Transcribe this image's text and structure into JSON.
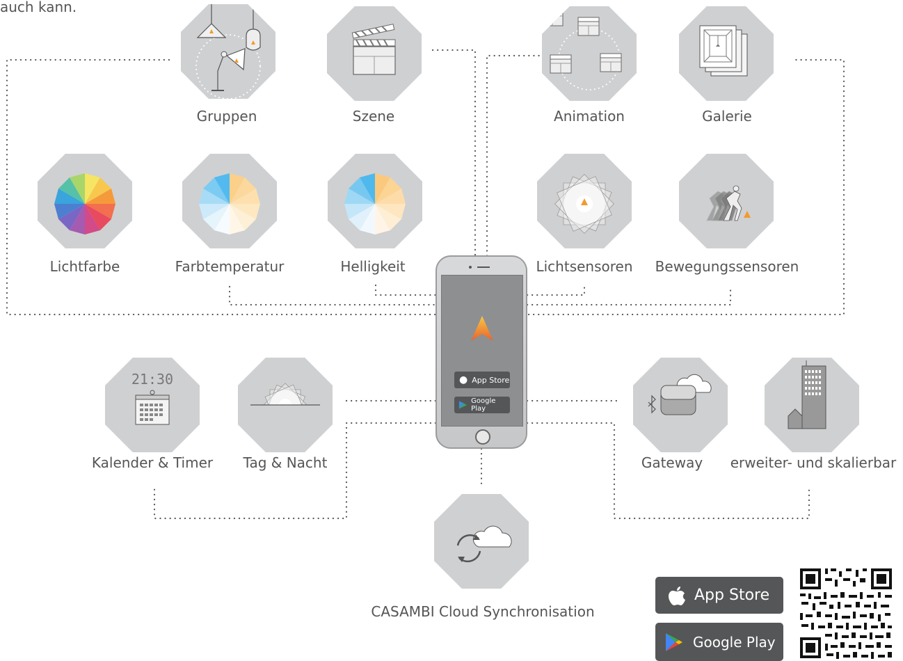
{
  "top_text": "auch kann.",
  "features": {
    "gruppen": "Gruppen",
    "szene": "Szene",
    "animation": "Animation",
    "galerie": "Galerie",
    "lichtfarbe": "Lichtfarbe",
    "farbtemperatur": "Farbtemperatur",
    "helligkeit": "Helligkeit",
    "lichtsensoren": "Lichtsensoren",
    "bewegungssensoren": "Bewegungssensoren",
    "kalender": "Kalender & Timer",
    "tagnacht": "Tag & Nacht",
    "gateway": "Gateway",
    "skalierbar": "erweiter- und skalierbar",
    "cloud": "CASAMBI Cloud Synchronisation"
  },
  "clock_text": "21:30",
  "stores": {
    "app_store": "App Store",
    "google_play": "Google Play"
  },
  "colors": {
    "octagon": "#cfd0d2",
    "dots": "#555555",
    "badge": "#555658",
    "brand_orange": "#f29a2e"
  }
}
